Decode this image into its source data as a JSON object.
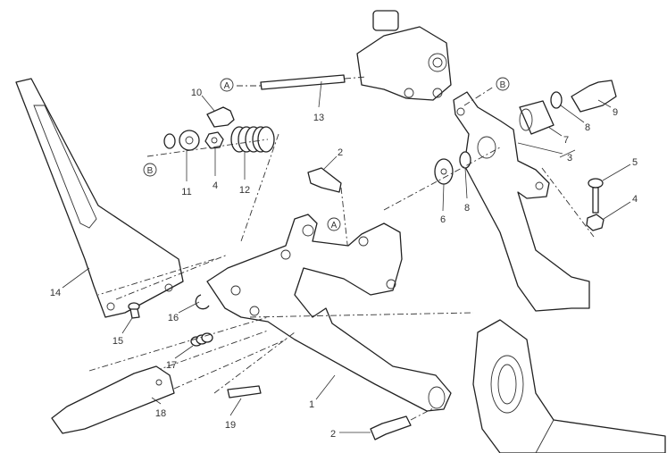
{
  "diagram": {
    "type": "exploded-parts-view",
    "callouts": [
      "10",
      "13",
      "9",
      "8",
      "7",
      "3",
      "5",
      "4",
      "11",
      "4",
      "12",
      "2",
      "6",
      "8",
      "14",
      "15",
      "16",
      "17",
      "18",
      "19",
      "1",
      "2"
    ],
    "reference_markers": [
      "A",
      "B",
      "B",
      "A"
    ]
  }
}
